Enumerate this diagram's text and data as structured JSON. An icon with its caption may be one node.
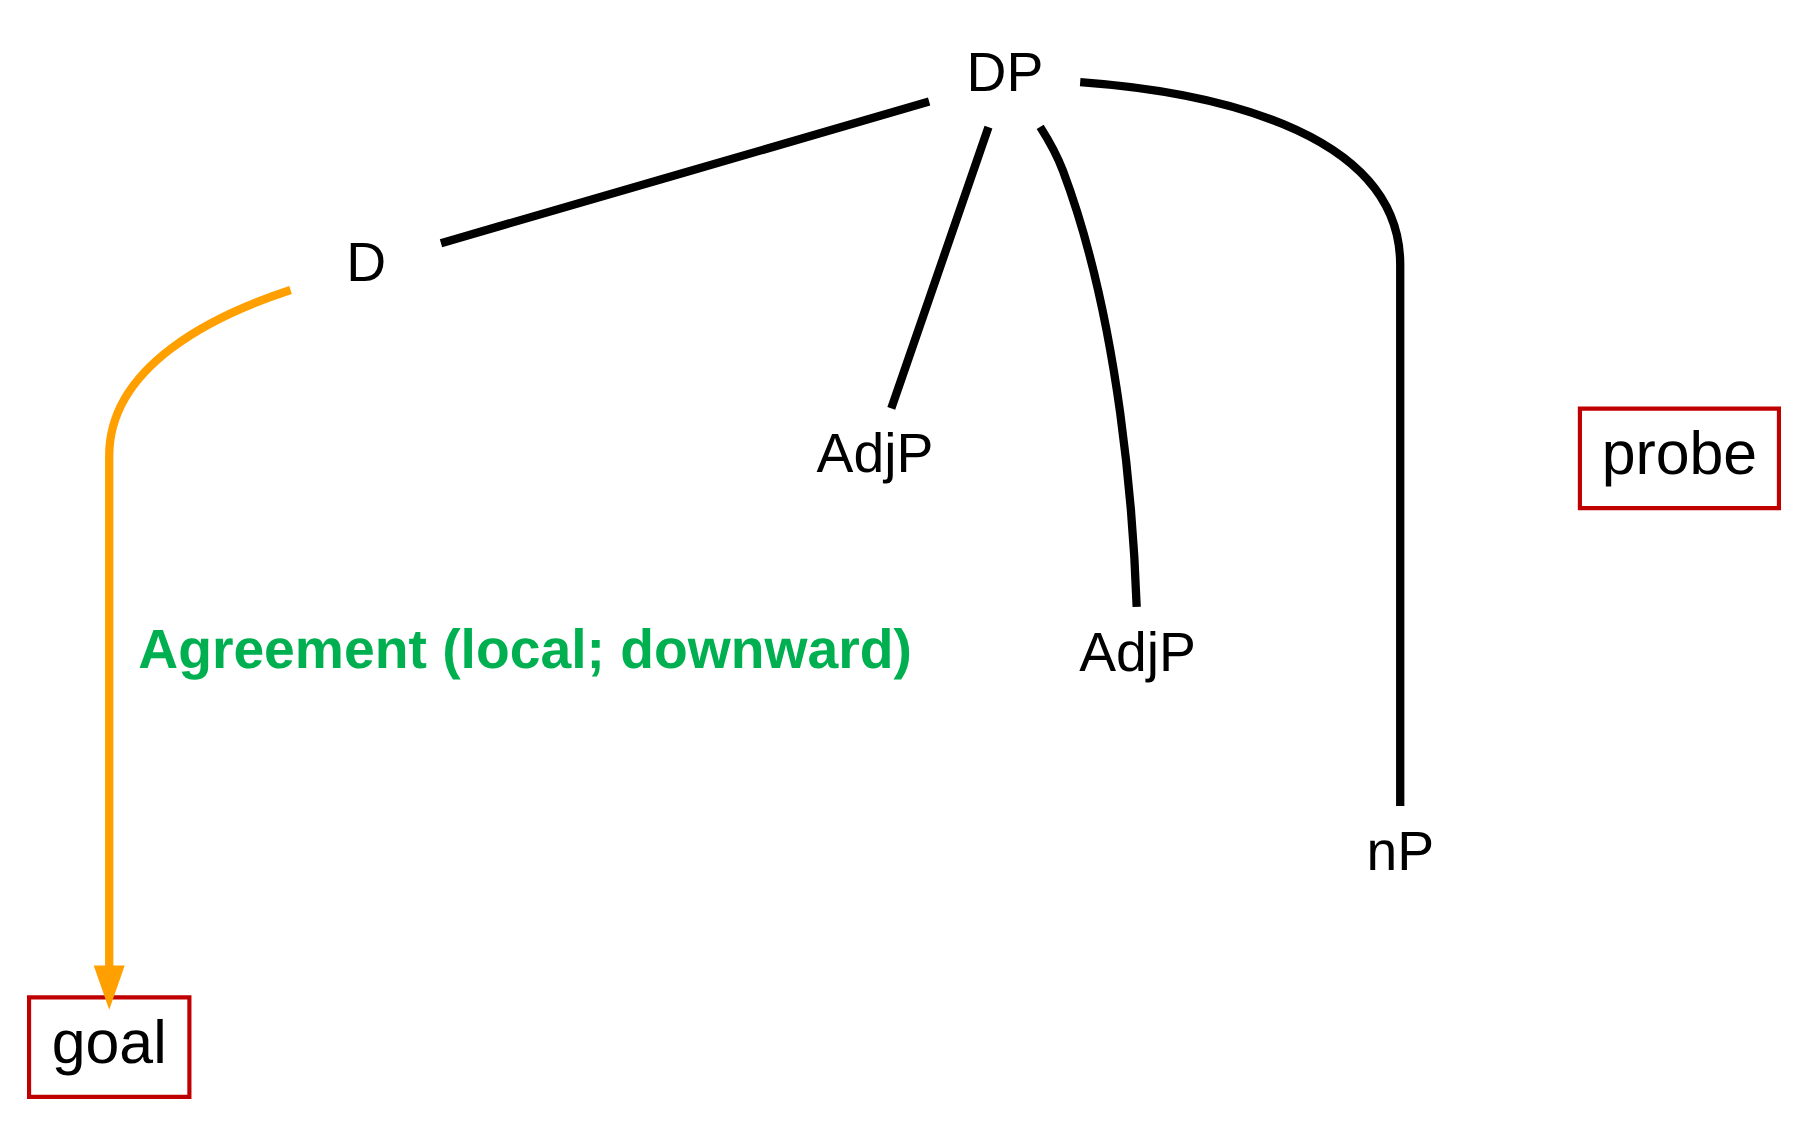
{
  "diagram": {
    "nodes": [
      {
        "text": [
          "DP"
        ]
      },
      {
        "text": [
          "D"
        ]
      },
      {
        "text": [
          "probe"
        ]
      },
      {
        "text": [
          "AdjP"
        ]
      },
      {
        "text": [
          "AdjP"
        ]
      },
      {
        "text": [
          "nP"
        ]
      },
      {
        "text": [
          "goal"
        ]
      }
    ],
    "edges": [
      {
        "from": 0,
        "to": 1,
        "arrow": "none"
      },
      {
        "from": 0,
        "to": 3,
        "arrow": "none"
      },
      {
        "from": 0,
        "to": 4,
        "arrow": "none"
      },
      {
        "from": 0,
        "to": 5,
        "arrow": "none"
      },
      {
        "from": 1,
        "to": 6,
        "arrow": "to",
        "label": "Agreement (local; downward)",
        "color": "#ffa000"
      }
    ]
  }
}
